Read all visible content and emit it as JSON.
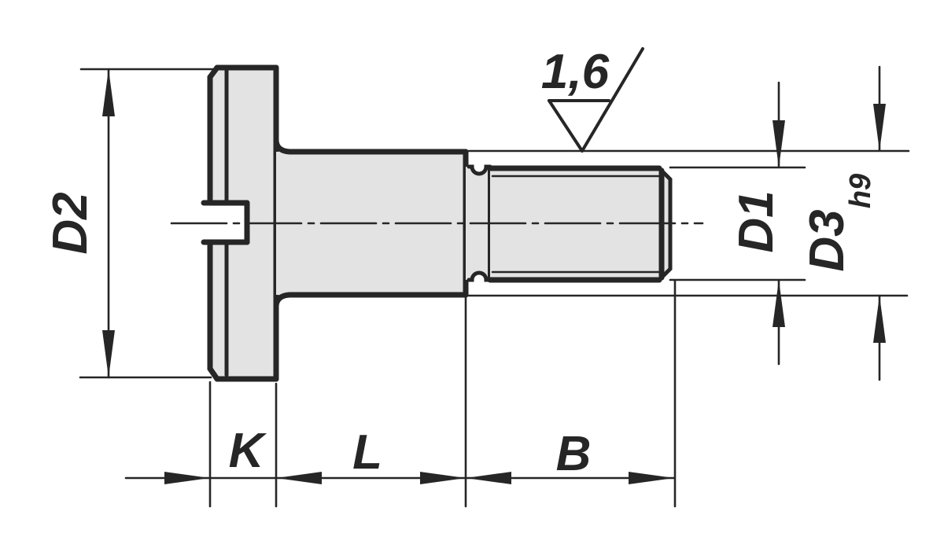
{
  "drawing": {
    "title": "slotted-shoulder-screw-technical-drawing",
    "labels": {
      "head_diameter": "D2",
      "thread_diameter": "D1",
      "shoulder_diameter": "D3",
      "shoulder_tolerance": "h9",
      "head_width": "K",
      "shoulder_length": "L",
      "thread_length": "B",
      "surface_roughness": "1,6"
    },
    "colors": {
      "line": "#262626",
      "part_fill": "#e3e3e3",
      "background": "#ffffff"
    }
  }
}
